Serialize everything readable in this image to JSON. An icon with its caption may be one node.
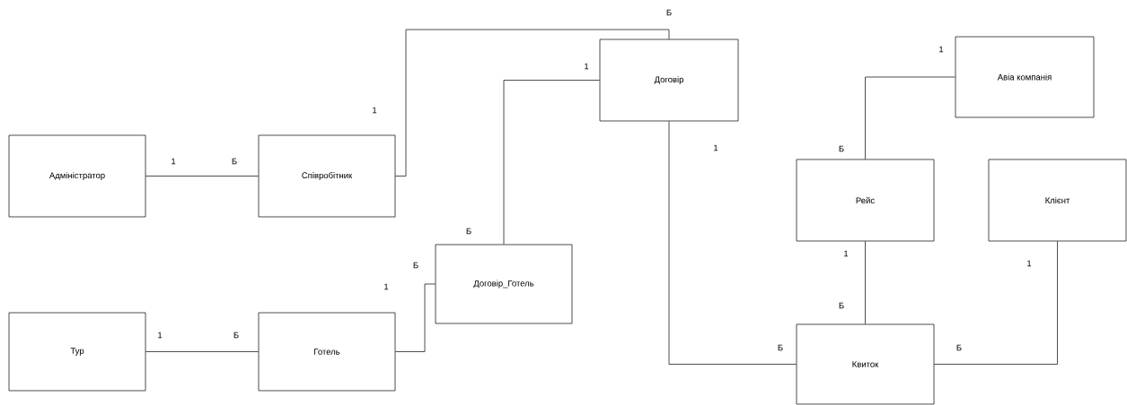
{
  "diagram": {
    "nodes": [
      {
        "text": [
          "Адміністратор"
        ]
      },
      {
        "text": [
          "Співробітник"
        ]
      },
      {
        "text": [
          "Договір"
        ]
      },
      {
        "text": [
          "Авіа компанія"
        ]
      },
      {
        "text": [
          "Договір_Готель"
        ]
      },
      {
        "text": [
          "Тур"
        ]
      },
      {
        "text": [
          "Готель"
        ]
      },
      {
        "text": [
          "Рейс"
        ]
      },
      {
        "text": [
          "Клієнт"
        ]
      },
      {
        "text": [
          "Квиток"
        ]
      }
    ],
    "edges": [
      {
        "from": 0,
        "to": 1,
        "arrow": "none"
      },
      {
        "from": 1,
        "to": 2,
        "arrow": "none"
      },
      {
        "from": 4,
        "to": 2,
        "arrow": "none"
      },
      {
        "from": 6,
        "to": 4,
        "arrow": "none"
      },
      {
        "from": 5,
        "to": 6,
        "arrow": "none"
      },
      {
        "from": 3,
        "to": 7,
        "arrow": "none"
      },
      {
        "from": 7,
        "to": 9,
        "arrow": "none"
      },
      {
        "from": 2,
        "to": 9,
        "arrow": "none"
      },
      {
        "from": 8,
        "to": 9,
        "arrow": "none"
      }
    ],
    "labels": [
      "Б",
      "1",
      "1",
      "1",
      "1",
      "Б",
      "1",
      "Б",
      "Б",
      "1",
      "Б",
      "1",
      "1",
      "Б",
      "1",
      "Б",
      "Б",
      "Б"
    ]
  }
}
